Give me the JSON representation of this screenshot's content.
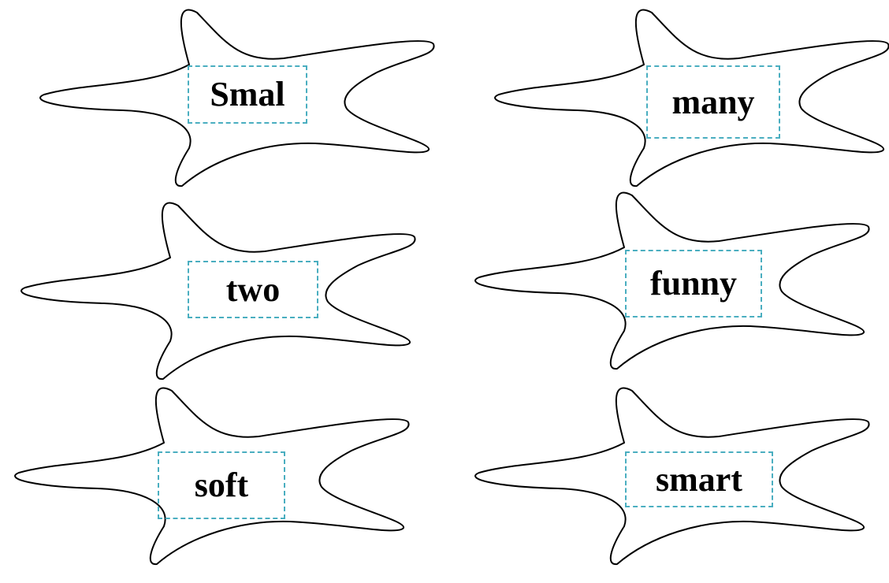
{
  "cards": [
    {
      "word": "Smal"
    },
    {
      "word": "many"
    },
    {
      "word": "two"
    },
    {
      "word": "funny"
    },
    {
      "word": "soft"
    },
    {
      "word": "smart"
    }
  ],
  "colors": {
    "outline": "#000000",
    "dashed_box": "#4aaec0",
    "text": "#000000",
    "background": "#ffffff"
  },
  "icons": {
    "card_shape": "starfish-outline-icon"
  }
}
